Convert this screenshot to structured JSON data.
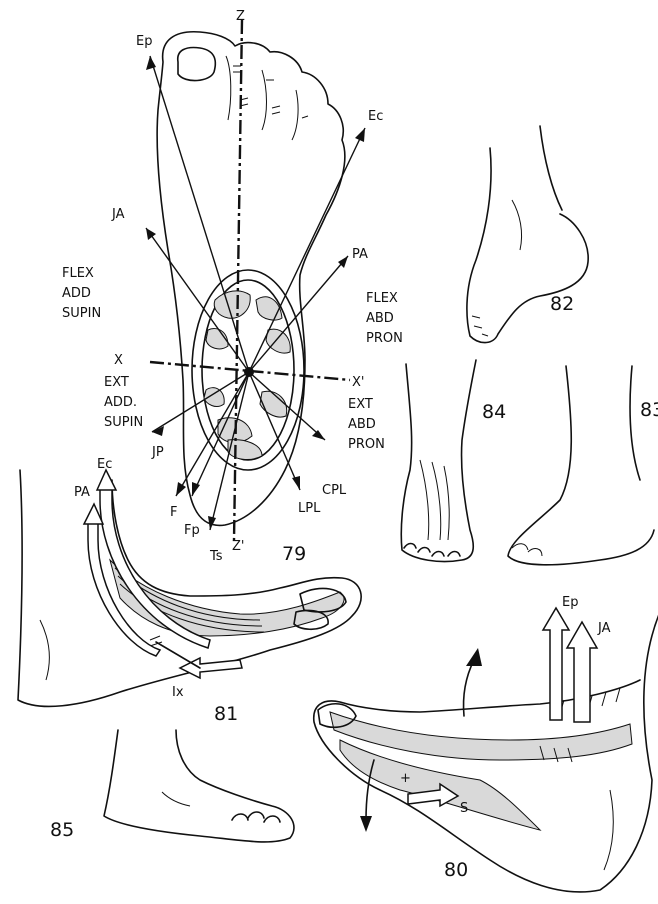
{
  "figure_numbers": {
    "fig79": "79",
    "fig80": "80",
    "fig81": "81",
    "fig82": "82",
    "fig83": "83",
    "fig84": "84",
    "fig85": "85"
  },
  "axes": {
    "z": "Z",
    "z_prime": "Z'",
    "x": "X",
    "x_prime": "X'"
  },
  "fig79_vectors": {
    "ep": "Ep",
    "ec": "Ec",
    "ja": "JA",
    "pa": "PA",
    "jp": "JP",
    "f": "F",
    "fp": "Fp",
    "ts": "Ts",
    "lpl": "LPL",
    "cpl": "CPL"
  },
  "quadrants": {
    "upper_left": [
      "FLEX",
      "ADD",
      "SUPIN"
    ],
    "upper_right": [
      "FLEX",
      "ABD",
      "PRON"
    ],
    "lower_left": [
      "EXT",
      "ADD.",
      "SUPIN"
    ],
    "lower_right": [
      "EXT",
      "ABD",
      "PRON"
    ]
  },
  "fig81_labels": {
    "ec": "Ec",
    "pa": "PA",
    "ix": "Ix"
  },
  "fig80_labels": {
    "ep": "Ep",
    "ja": "JA",
    "plus": "+",
    "s": "S"
  }
}
